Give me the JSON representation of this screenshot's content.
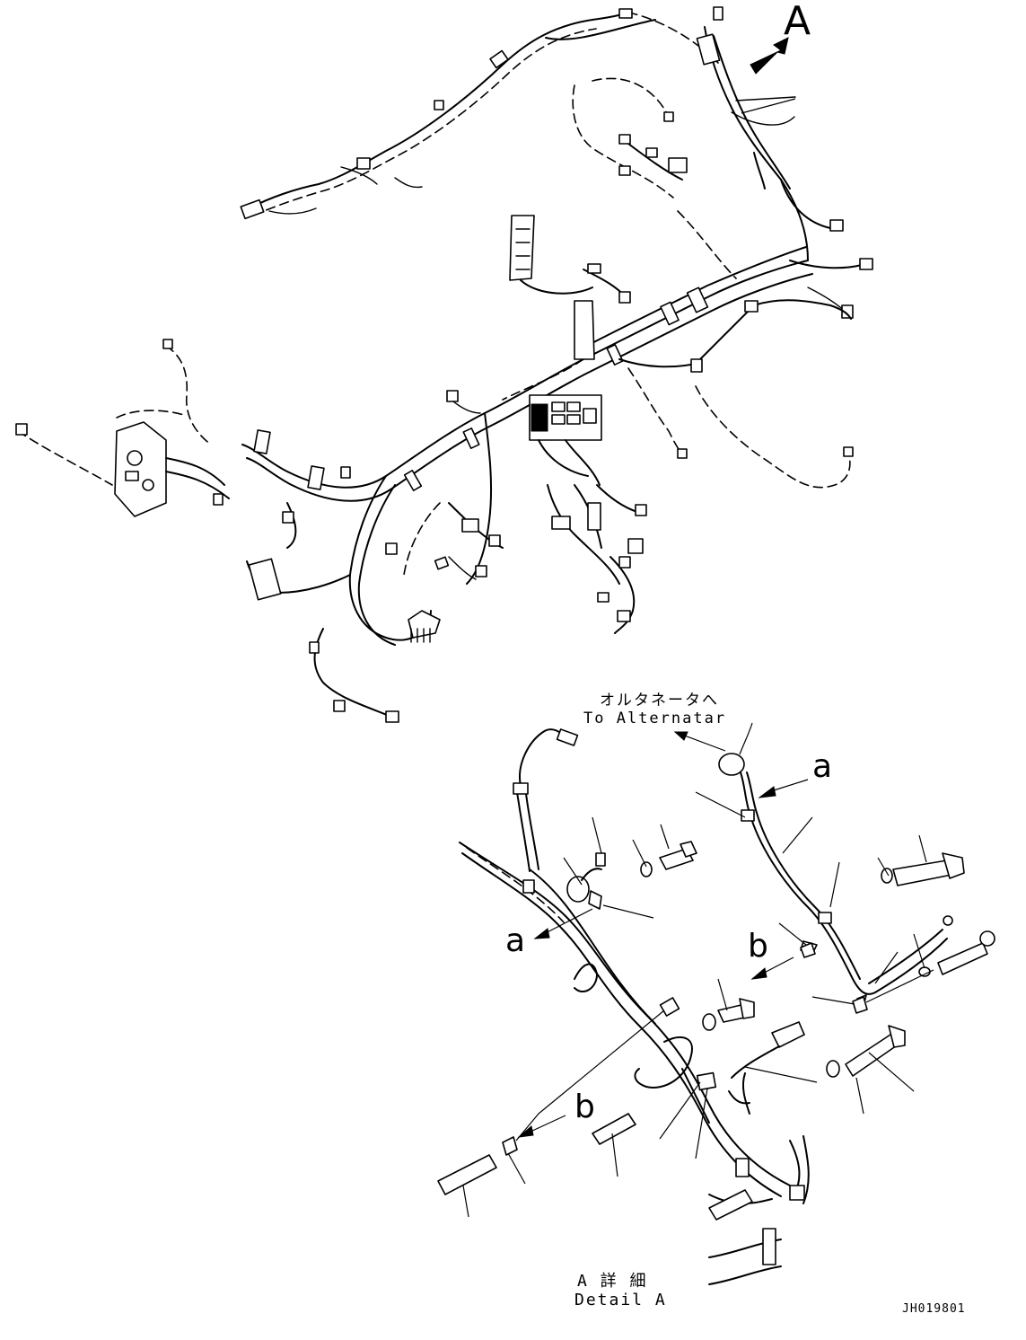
{
  "view_marker": {
    "label": "A"
  },
  "callouts": {
    "alternator_jp": "オルタネータへ",
    "alternator_en": "To Alternatar"
  },
  "detail_letters": {
    "a_upper": "a",
    "a_lower": "a",
    "b_upper": "b",
    "b_lower": "b"
  },
  "detail_title": {
    "jp": "A 詳 細",
    "en": "Detail A"
  },
  "drawing_number": "JH019801"
}
